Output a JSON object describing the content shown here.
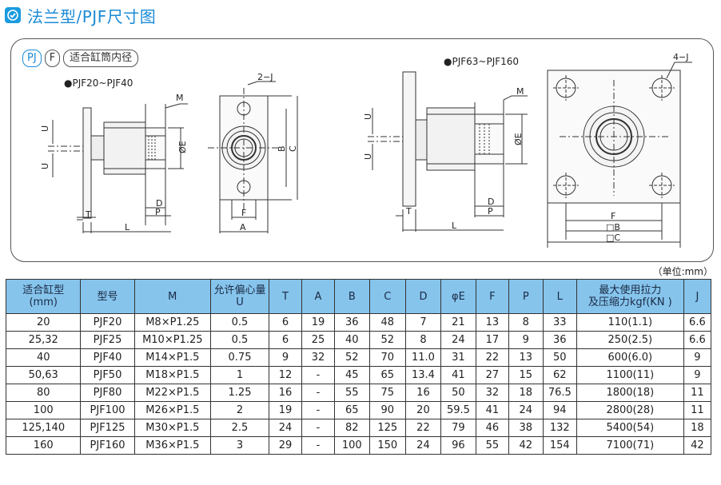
{
  "header": {
    "title": "法兰型/PJF尺寸图"
  },
  "drawing": {
    "tags": [
      "PJ",
      "F",
      "适合缸筒内径"
    ],
    "left_label": "●PJF20~PJF40",
    "right_label": "●PJF63~PJF160",
    "labels": {
      "left_j": "2−J",
      "right_j": "4−J",
      "m": "M",
      "e": "ØE",
      "d": "D",
      "p": "P",
      "t": "T",
      "l": "L",
      "u": "U",
      "b": "B",
      "c": "C",
      "f": "F",
      "a": "A",
      "box_b": "□B",
      "box_c": "□C"
    }
  },
  "table": {
    "unit": "（单位:mm）",
    "headers": [
      "适合缸型\n(mm)",
      "型号",
      "M",
      "允许偏心量\nU",
      "T",
      "A",
      "B",
      "C",
      "D",
      "φE",
      "F",
      "P",
      "L",
      "最大使用拉力\n及压缩力kgf(KN )",
      "J"
    ],
    "rows": [
      [
        "20",
        "PJF20",
        "M8×P1.25",
        "0.5",
        "6",
        "19",
        "36",
        "48",
        "7",
        "21",
        "13",
        "8",
        "33",
        "110(1.1)",
        "6.6"
      ],
      [
        "25,32",
        "PJF25",
        "M10×P1.25",
        "0.5",
        "6",
        "25",
        "40",
        "52",
        "8",
        "24",
        "17",
        "9",
        "36",
        "250(2.5)",
        "6.6"
      ],
      [
        "40",
        "PJF40",
        "M14×P1.5",
        "0.75",
        "9",
        "32",
        "52",
        "70",
        "11.0",
        "31",
        "22",
        "13",
        "50",
        "600(6.0)",
        "9"
      ],
      [
        "50,63",
        "PJF50",
        "M18×P1.5",
        "1",
        "12",
        "-",
        "45",
        "65",
        "13.4",
        "41",
        "27",
        "15",
        "62",
        "1100(11)",
        "9"
      ],
      [
        "80",
        "PJF80",
        "M22×P1.5",
        "1.25",
        "16",
        "-",
        "55",
        "75",
        "16",
        "50",
        "32",
        "18",
        "76.5",
        "1800(18)",
        "11"
      ],
      [
        "100",
        "PJF100",
        "M26×P1.5",
        "2",
        "19",
        "-",
        "65",
        "90",
        "20",
        "59.5",
        "41",
        "24",
        "94",
        "2800(28)",
        "11"
      ],
      [
        "125,140",
        "PJF125",
        "M30×P1.5",
        "2.5",
        "24",
        "-",
        "82",
        "125",
        "22",
        "79",
        "46",
        "38",
        "132",
        "5400(54)",
        "18"
      ],
      [
        "160",
        "PJF160",
        "M36×P1.5",
        "3",
        "29",
        "-",
        "100",
        "150",
        "24",
        "96",
        "55",
        "42",
        "154",
        "7100(71)",
        "42"
      ]
    ]
  }
}
